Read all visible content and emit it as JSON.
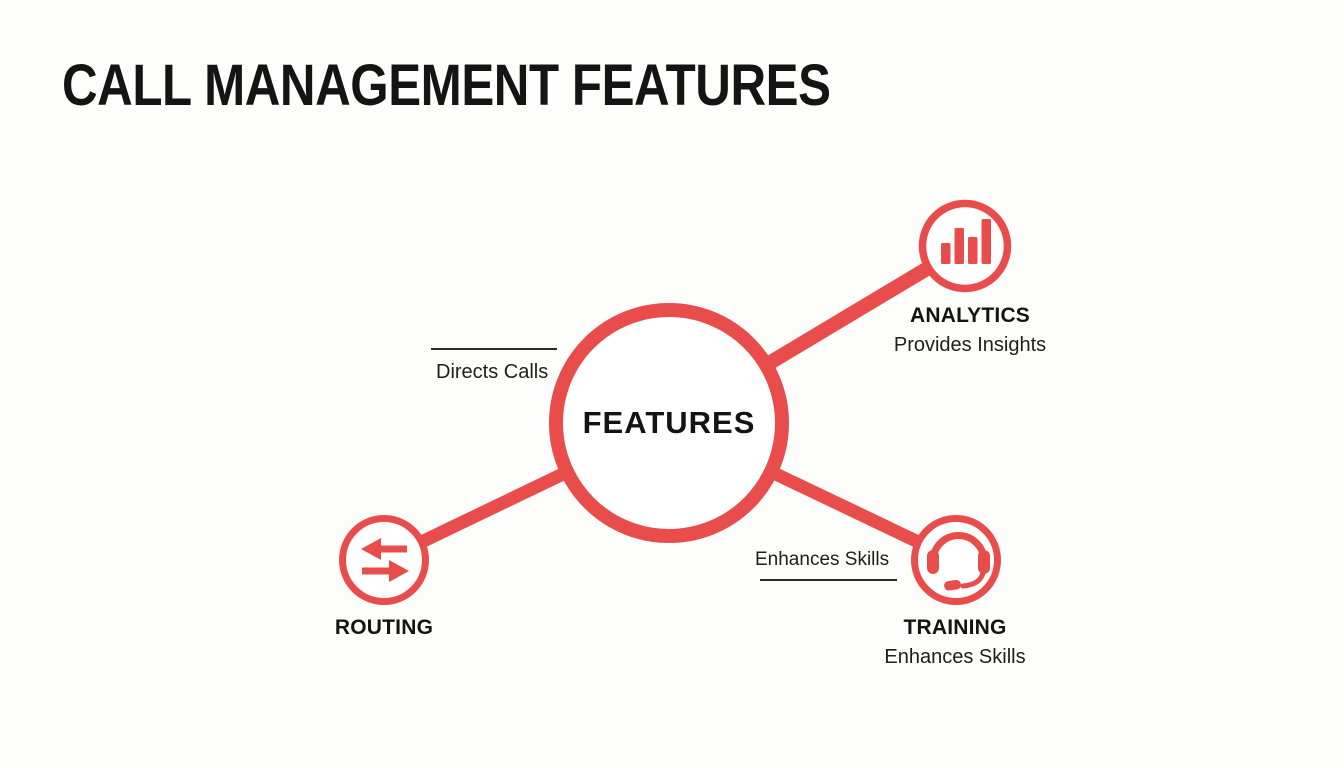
{
  "title": "CALL MANAGEMENT FEATURES",
  "colors": {
    "accent": "#E84D4B",
    "ink": "#141414",
    "text": "#1E1E1E",
    "callout_line": "#2B2B2B",
    "node_fill": "#FFFFFF",
    "background": "#FDFDFC"
  },
  "center": {
    "label": "FEATURES"
  },
  "nodes": {
    "analytics": {
      "label": "ANALYTICS",
      "sublabel": "Provides Insights",
      "icon": "bar-chart-icon"
    },
    "routing": {
      "label": "ROUTING",
      "icon": "swap-arrows-icon"
    },
    "training": {
      "label": "TRAINING",
      "sublabel": "Enhances Skills",
      "icon": "headset-icon"
    }
  },
  "callouts": {
    "directs_calls": {
      "label": "Directs Calls"
    },
    "enhances_skills": {
      "label": "Enhances Skills"
    }
  }
}
